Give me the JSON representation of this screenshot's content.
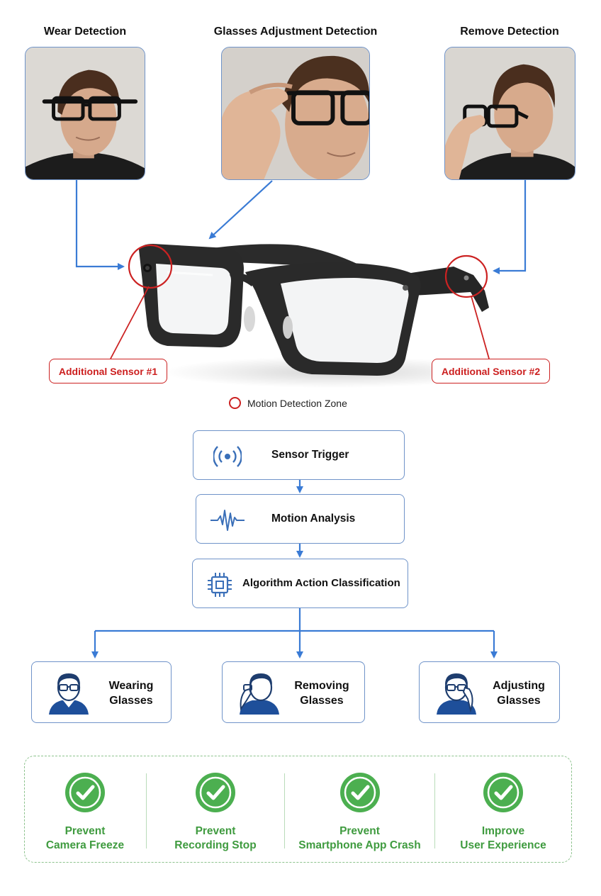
{
  "detections": [
    {
      "title": "Wear Detection"
    },
    {
      "title": "Glasses Adjustment Detection"
    },
    {
      "title": "Remove Detection"
    }
  ],
  "sensors": {
    "sensor1": "Additional Sensor #1",
    "sensor2": "Additional Sensor #2"
  },
  "legend": "Motion Detection Zone",
  "flow": {
    "trigger": "Sensor Trigger",
    "analysis": "Motion Analysis",
    "classification": "Algorithm Action Classification"
  },
  "outcomes": [
    {
      "line1": "Wearing",
      "line2": "Glasses"
    },
    {
      "line1": "Removing",
      "line2": "Glasses"
    },
    {
      "line1": "Adjusting",
      "line2": "Glasses"
    }
  ],
  "benefits": [
    {
      "line1": "Prevent",
      "line2": "Camera Freeze"
    },
    {
      "line1": "Prevent",
      "line2": "Recording Stop"
    },
    {
      "line1": "Prevent",
      "line2": "Smartphone App Crash"
    },
    {
      "line1": "Improve",
      "line2": "User Experience"
    }
  ],
  "colors": {
    "accent_blue": "#3a7bd5",
    "sensor_red": "#cc2222",
    "benefit_green": "#4caf50"
  }
}
